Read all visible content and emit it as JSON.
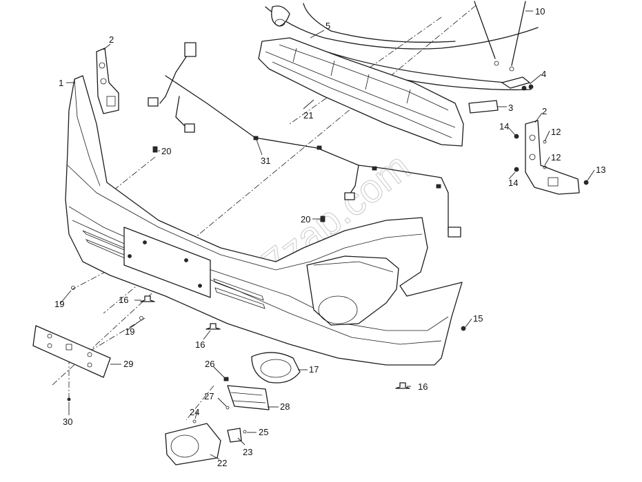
{
  "diagram": {
    "watermark": "7zap.com",
    "callouts": [
      {
        "id": "c-1",
        "label": "1"
      },
      {
        "id": "c-2a",
        "label": "2"
      },
      {
        "id": "c-2b",
        "label": "2"
      },
      {
        "id": "c-3",
        "label": "3"
      },
      {
        "id": "c-4",
        "label": "4"
      },
      {
        "id": "c-5",
        "label": "5"
      },
      {
        "id": "c-10",
        "label": "10"
      },
      {
        "id": "c-12a",
        "label": "12"
      },
      {
        "id": "c-12b",
        "label": "12"
      },
      {
        "id": "c-13",
        "label": "13"
      },
      {
        "id": "c-14a",
        "label": "14"
      },
      {
        "id": "c-14b",
        "label": "14"
      },
      {
        "id": "c-15",
        "label": "15"
      },
      {
        "id": "c-16a",
        "label": "16"
      },
      {
        "id": "c-16b",
        "label": "16"
      },
      {
        "id": "c-16c",
        "label": "16"
      },
      {
        "id": "c-17",
        "label": "17"
      },
      {
        "id": "c-19a",
        "label": "19"
      },
      {
        "id": "c-19b",
        "label": "19"
      },
      {
        "id": "c-20a",
        "label": "20"
      },
      {
        "id": "c-20b",
        "label": "20"
      },
      {
        "id": "c-21",
        "label": "21"
      },
      {
        "id": "c-22",
        "label": "22"
      },
      {
        "id": "c-23",
        "label": "23"
      },
      {
        "id": "c-24",
        "label": "24"
      },
      {
        "id": "c-25",
        "label": "25"
      },
      {
        "id": "c-26",
        "label": "26"
      },
      {
        "id": "c-27",
        "label": "27"
      },
      {
        "id": "c-28",
        "label": "28"
      },
      {
        "id": "c-29",
        "label": "29"
      },
      {
        "id": "c-30",
        "label": "30"
      },
      {
        "id": "c-31",
        "label": "31"
      }
    ]
  }
}
